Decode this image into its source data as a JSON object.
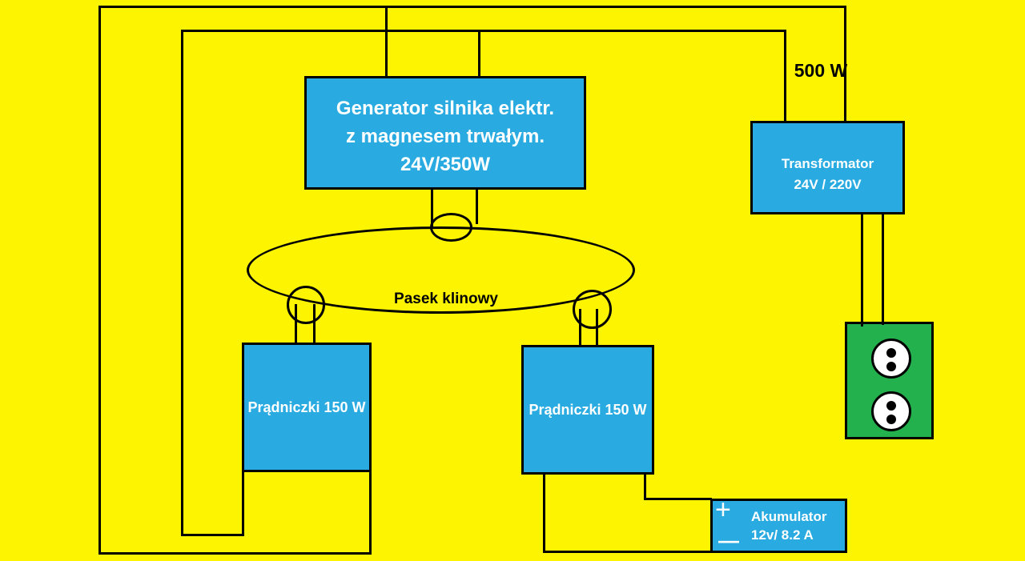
{
  "colors": {
    "background": "#FCF400",
    "component_blue": "#29ABE2",
    "socket_green": "#22B14C",
    "wire_black": "#000000",
    "label_white": "#FFFFFF"
  },
  "generator": {
    "line1": "Generator silnika elektr.",
    "line2": "z magnesem trwałym.",
    "line3": "24V/350W"
  },
  "transformer": {
    "line1": "Transformator",
    "line2": "24V / 220V"
  },
  "dynamo_left": {
    "label": "Prądniczki 150 W"
  },
  "dynamo_right": {
    "label": "Prądniczki 150 W"
  },
  "battery": {
    "line1": "Akumulator",
    "line2": "12v/ 8.2 A",
    "plus_symbol": "+",
    "minus_symbol": "—"
  },
  "labels": {
    "power": "500 W",
    "belt": "Pasek klinowy"
  }
}
